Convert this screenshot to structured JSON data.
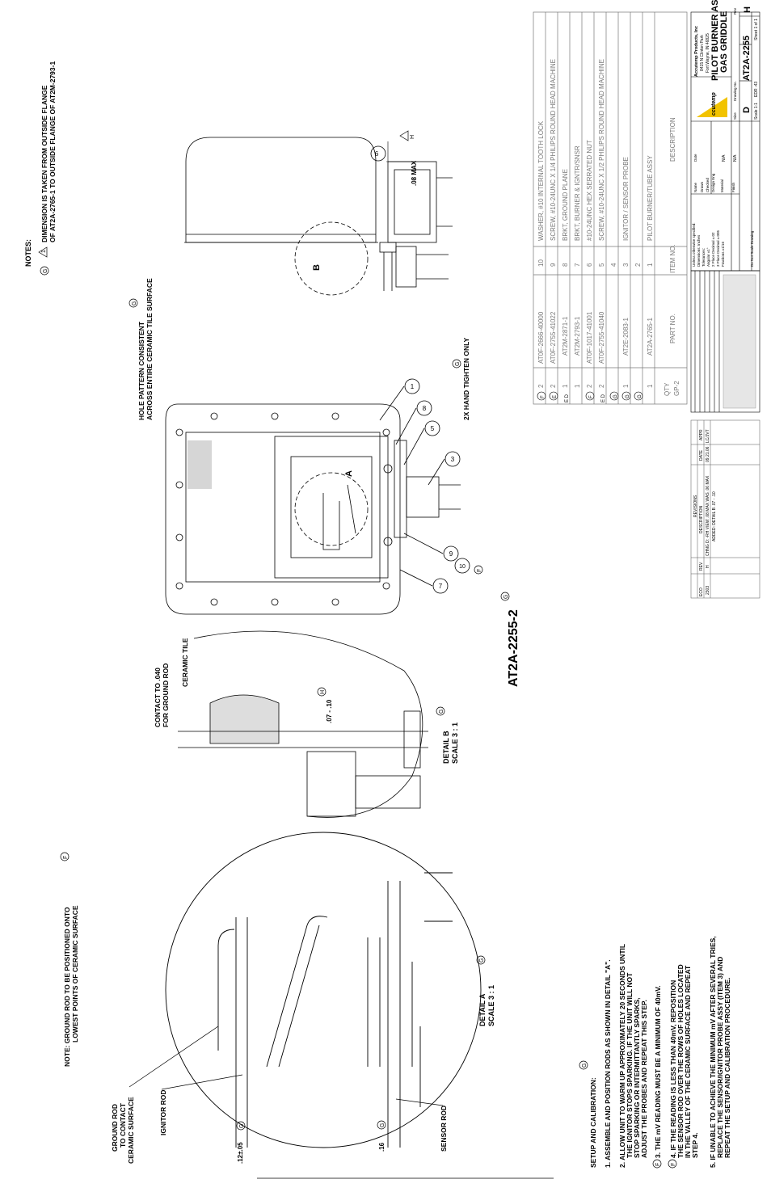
{
  "drawing_number_main": "AT2A-2255-2",
  "notes": {
    "header": "NOTES:",
    "note1_line1": "DIMENSION IS TAKEN FROM OUTSIDE FLANGE",
    "note1_line2": "OF AT2A-2765-1 TO OUTSIDE FLANGE OF AT2M-2793-1",
    "note1_marker": "1",
    "rev_g": "G",
    "rev_h": "H",
    "rev_f": "F",
    "rev_e": "E",
    "rev_d": "D"
  },
  "callouts": {
    "hole_pattern_1": "HOLE PATTERN CONSISTENT",
    "hole_pattern_2": "ACROSS ENTIRE CERAMIC TILE SURFACE",
    "hand_tighten": "2X HAND TIGHTEN ONLY",
    "max_dim": ".08 MAX",
    "contact_1": "CONTACT TO .040",
    "contact_2": "FOR GROUND ROD",
    "ceramic_tile": "CERAMIC TILE",
    "dim_07_10": ".07 - .10",
    "detail_b_1": "DETAIL B",
    "detail_b_2": "SCALE 3 : 1",
    "detail_a_1": "DETAIL A",
    "detail_a_2": "SCALE 3 : 1",
    "ground_note_1": "NOTE: GROUND ROD TO BE POSITIONED ONTO",
    "ground_note_2": "LOWEST POINTS OF CERAMIC SURFACE",
    "ground_rod_1": "GROUND ROD",
    "ground_rod_2": "TO CONTACT",
    "ground_rod_3": "CERAMIC SURFACE",
    "ignitor_rod": "IGNITOR ROD",
    "sensor_rod": "SENSOR ROD",
    "dim_12": ".12±.05",
    "dim_16": ".16",
    "label_a": "A",
    "label_b": "B",
    "balloons": [
      "1",
      "8",
      "5",
      "3",
      "9",
      "10",
      "7",
      "6"
    ]
  },
  "setup": {
    "title": "SETUP AND CALIBRATION:",
    "s1": "1. ASSEMBLE AND POSITION RODS AS SHOWN IN DETAIL \"A\".",
    "s2a": "2. ALLOW UNIT TO WARM UP APPROXIMATELY 20 SECONDS UNTIL",
    "s2b": "THE IGNITOR STOPS SPARKING. IF THE UNIT WILL NOT",
    "s2c": "STOP SPARKING OR INTERMITTANTLY SPARKS,",
    "s2d": "ADJUST THE PROBES AND REPEAT THIS STEP.",
    "s3": "3. THE mV READING MUST BE A MINIMUM OF 40mV.",
    "s4a": "4. IF THE READING IS LESS THAN 40mV, REPOSITION",
    "s4b": "THE SENSOR ROD OVER THE ROWS OF HOLES LOCATED",
    "s4c": "IN THE VALLEY OF THE CERAMIC SURFACE AND REPEAT",
    "s4d": "STEP 4.",
    "s5a": "5. IF UNABLE TO ACHIEVE THE MINIMUM mV AFTER SEVERAL TRIES,",
    "s5b": "REPLACE THE SENSOR/IGNITOR PROBE ASSY (ITEM 3) AND",
    "s5c": "REPEAT THE SETUP AND CALIBRATION PROCEDURE."
  },
  "bom": {
    "headers": {
      "qty": "QTY",
      "gp": "GP-2",
      "part": "PART NO.",
      "item": "ITEM NO.",
      "desc": "DESCRIPTION"
    },
    "rows": [
      {
        "rev": "F",
        "qty": "2",
        "part": "AT0F-2666-40000",
        "item": "10",
        "desc": "WASHER, #10 INTERNAL TOOTH LOCK"
      },
      {
        "rev": "E",
        "qty": "2",
        "part": "AT0F-2755-41022",
        "item": "9",
        "desc": "SCREW, #10-24UNC X 1/4 PHILIPS ROUND HEAD MACHINE"
      },
      {
        "rev": "E D",
        "qty": "1",
        "part": "AT2M-2871-1",
        "item": "8",
        "desc": "BRKT, GROUND PLANE"
      },
      {
        "rev": "",
        "qty": "1",
        "part": "AT2M-2793-1",
        "item": "7",
        "desc": "BRKT, BURNER & IGNTR/SNSR"
      },
      {
        "rev": "F",
        "qty": "2",
        "part": "AT0F-1017-41001",
        "item": "6",
        "desc": "#10-24UNC HEX SERRATED NUT"
      },
      {
        "rev": "E D",
        "qty": "2",
        "part": "AT0F-2755-41040",
        "item": "5",
        "desc": "SCREW, #10-24UNC X 1/2 PHILIPS ROUND HEAD MACHINE"
      },
      {
        "rev": "G",
        "qty": "",
        "part": "",
        "item": "4",
        "desc": ""
      },
      {
        "rev": "G",
        "qty": "1",
        "part": "AT2E-2083-1",
        "item": "3",
        "desc": "IGNITOR / SENSOR PROBE"
      },
      {
        "rev": "G",
        "qty": "",
        "part": "",
        "item": "2",
        "desc": ""
      },
      {
        "rev": "",
        "qty": "1",
        "part": "AT2A-2765-1",
        "item": "1",
        "desc": "PILOT BURNER/TUBE ASSY"
      }
    ]
  },
  "revisions": {
    "title": "REVISIONS",
    "headers": [
      "ECO",
      "REV",
      "DESCRIPTION",
      "DATE",
      "APPR"
    ],
    "rows": [
      {
        "eco": "2303",
        "rev": "H",
        "desc": "CHNG D: -RH VIEW .08 MAX WAS .06 MAX",
        "date": "09.21.06",
        "appr": "LC/JVT"
      },
      {
        "eco": "",
        "rev": "",
        "desc": "ADDED: DETAIL B .07 - .10",
        "date": "",
        "appr": ""
      }
    ]
  },
  "title_block": {
    "company_1": "Accutemp Products, Inc",
    "company_2": "8415 N Clinton Park",
    "company_3": "Fort Wayne, IN 46825",
    "logo": "ccutemp",
    "title_1": "PILOT BURNER ASSY",
    "title_2": "GAS GRIDDLE",
    "size_label": "Size",
    "size": "D",
    "dwg_label": "Drawing No.",
    "dwg_no": "AT2A-2255",
    "rev_label": "Rev",
    "rev": "H",
    "scale": "Scale 1:1",
    "eco": "EDR -43",
    "sheet": "Sheet 1 of 1",
    "tol_1": "Unless otherwise specified:",
    "tol_2": "Dimensions: Inches",
    "tol_3": "Tolerances:",
    "tol_4": "Angular ±1°",
    "tol_5": "2 Place Decimal ±.02",
    "tol_6": "3 Place Decimal ±.005",
    "tol_7": "Fractions ±1/16",
    "tol_8": "Do Not Scale Drawing",
    "drawn": "Drawn",
    "checked": "Checked",
    "engr": "Design Eng",
    "name_h": "Name",
    "date_h": "Date",
    "material": "Material",
    "finish": "Finish",
    "na1": "N/A",
    "na2": "N/A"
  }
}
